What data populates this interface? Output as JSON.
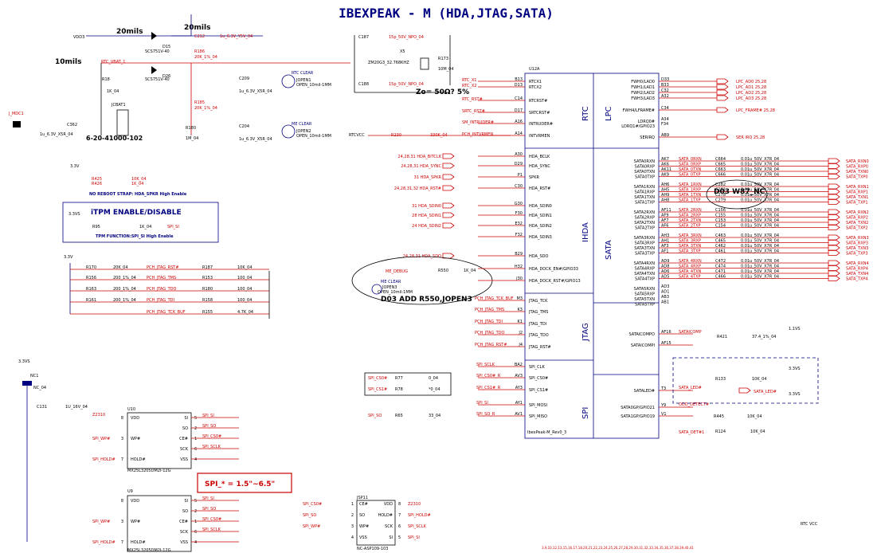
{
  "title": "IBEXPEAK - M (HDA,JTAG,SATA)",
  "rtc_vcc": "RTC VCC",
  "labels": {
    "mils20a": "20mils",
    "mils20b": "20mils",
    "mils10": "10mils",
    "jcbat": "JCBAT1",
    "jcbat_note": "6-20-41000-102",
    "rtc_clear": "RTC CLEAR",
    "me_clear_sw": "ME CLEAR",
    "zo": "Zo= 50Ω? 5%",
    "d03_add": "D03 ADD R550,JOPEN3",
    "d03_w87": "D03 W87_NC",
    "me_clear": "ME CLEAR",
    "me_debug": "ME_DEBUG",
    "no_reboot": "NO REBOOT STRAP: HDA_SPKR High Enable",
    "itpm": "iTPM ENABLE/DISABLE",
    "tpm_func": "TPM FUNCTION:SPI_SI High Enable",
    "spi_note": "SPI_* = 1.5\"~6.5\"",
    "u12a": "U12A",
    "u12a_bottom": "IbexPeak-M_Rev0_3",
    "u10": "U10",
    "u9": "U9",
    "jsp11": "JSP11",
    "jsp11_bottom": "NC-ASP109-103",
    "nc1": "NC1",
    "jmdc": "J_MDC1",
    "vcc3": "3.3V",
    "vcc3s": "3.3VS",
    "vcc11": "1.1VS",
    "rtc_vbat": "RTC_VBAT_1",
    "vdd3": "VDD3"
  },
  "sections": {
    "rtc": "RTC",
    "lpc": "LPC",
    "ihda": "IHDA",
    "sata": "SATA",
    "jtag": "JTAG",
    "spi": "SPI"
  },
  "left_pins": [
    "RTCX1",
    "RTCX2",
    "RTCRST#",
    "SRTCRST#",
    "INTRUDER#",
    "INTVRMEN",
    "HDA_BCLK",
    "HDA_SYNC",
    "SPKR",
    "HDA_RST#",
    "HDA_SDIN0",
    "HDA_SDIN1",
    "HDA_SDIN2",
    "HDA_SDIN3",
    "HDA_SDO",
    "HDA_DOCK_EN#/GPIO33",
    "HDA_DOCK_RST#/GPIO13",
    "JTAG_TCK",
    "JTAG_TMS",
    "JTAG_TDI",
    "JTAG_TDO",
    "JTAG_RST#",
    "SPI_CLK",
    "SPI_CS0#",
    "SPI_CS1#",
    "SPI_MOSI",
    "SPI_MISO"
  ],
  "left_nums": [
    "B13",
    "D13",
    "C14",
    "D17",
    "A16",
    "A14",
    "A30",
    "D29",
    "P1",
    "C30",
    "G30",
    "F30",
    "E32",
    "F32",
    "B29",
    "H32",
    "J30",
    "M3",
    "K3",
    "K1",
    "J2",
    "J4",
    "BA2",
    "AV3",
    "AY3",
    "AY1",
    "AV1"
  ],
  "right_top_pins": [
    "FWH0/LAD0",
    "FWH1/LAD1",
    "FWH2/LAD2",
    "FWH3/LAD3",
    "FWH4/LFRAME#",
    "LDRQ0#",
    "LDRQ1#/GPIO23",
    "SERIRQ"
  ],
  "right_top_nums": [
    "D33",
    "B33",
    "C32",
    "A32",
    "C34",
    "A34",
    "F34",
    "AB9"
  ],
  "lpc_nets": [
    "LPC_AD0 25,28",
    "LPC_AD1 25,28",
    "LPC_AD2 25,28",
    "LPC_AD3 25,28",
    "LPC_FRAME# 25,28",
    "SER IRQ 25,28"
  ],
  "sata_pins": [
    "SATA0RXN",
    "SATA0RXP",
    "SATA0TXN",
    "SATA0TXP",
    "SATA1RXN",
    "SATA1RXP",
    "SATA1TXN",
    "SATA1TXP",
    "SATA2RXN",
    "SATA2RXP",
    "SATA2TXN",
    "SATA2TXP",
    "SATA3RXN",
    "SATA3RXP",
    "SATA3TXN",
    "SATA3TXP",
    "SATA4RXN",
    "SATA4RXP",
    "SATA4TXN",
    "SATA4TXP",
    "SATA5RXN",
    "SATA5RXP",
    "SATA5TXN",
    "SATA5TXP"
  ],
  "sata_nums": [
    "AK7",
    "AK6",
    "AK11",
    "AK9",
    "AH6",
    "AH5",
    "AH9",
    "AH8",
    "AF11",
    "AF9",
    "AF7",
    "AF6",
    "AH3",
    "AH1",
    "AF3",
    "AF1",
    "AD9",
    "AD8",
    "AD6",
    "AD5",
    "AD3",
    "AD1",
    "AB3",
    "AB1"
  ],
  "sata_nets": [
    "SATA_RXN0",
    "SATA_RXP0",
    "SATA_TXN0",
    "SATA_TXP0",
    "SATA_RXN1",
    "SATA_RXP1",
    "SATA_TXN1",
    "SATA_TXP1",
    "SATA_RXN2",
    "SATA_RXP2",
    "SATA_TXN2",
    "SATA_TXP2",
    "SATA_RXN3",
    "SATA_RXP3",
    "SATA_TXN3",
    "SATA_TXP3",
    "SATA_RXN4",
    "SATA_RXP4",
    "SATA_TXN4",
    "SATA_TXP4"
  ],
  "sata_caps": [
    "C664",
    "C665",
    "C663",
    "C666",
    "C282",
    "C281",
    "C278",
    "C279",
    "C156",
    "C155",
    "C153",
    "C154",
    "C463",
    "C465",
    "C462",
    "C461",
    "C472",
    "C474",
    "C471",
    "C466"
  ],
  "sata_cap_val": "0.01u_50V_X7R_04",
  "sata_misc_pins": [
    "SATAICOMPO",
    "SATAICOMPI",
    "SATALED#",
    "SATA0GP/GPIO21",
    "SATA1GP/GPIO19"
  ],
  "sata_misc_nums": [
    "AF16",
    "AF15",
    "T3",
    "Y9",
    "V1"
  ],
  "sata_misc_nets": [
    "SATAICOMP",
    "SATA_LED#",
    "ODD_DETECT#",
    "SATA_DET#1"
  ],
  "comps": {
    "d15": "D15",
    "d26": "D26",
    "diode_part": "SCS751V-40",
    "r186": "R186",
    "r186v": "20K_1%_04",
    "c212": "C212",
    "c212v": "1u_6.3V_Y5V_04",
    "r18": "R18",
    "r18v": "1K_04",
    "c362": "C362",
    "c362v": "1u_6.3V_X5R_04",
    "r185": "R185",
    "r185v": "20K_1%_04",
    "r180": "R180",
    "r180v": "1M_04",
    "c209": "C209",
    "c209v": "1u_6.3V_X5R_04",
    "c204": "C204",
    "c204v": "1u_6.3V_X5R_04",
    "jopen1": "JOPEN1",
    "jopen2": "JOPEN2",
    "jopen3": "JOPEN3",
    "open_note": "OPEN_10mil-1MM",
    "c187": "C187",
    "c187v": "15p_50V_NPO_04",
    "c188": "C188",
    "c188v": "15p_50V_NPO_04",
    "x5": "X5",
    "x5v": "ZM20G3_32.768KHZ",
    "r173": "R173",
    "r173v": "10M_04",
    "r230": "R230",
    "r230v": "330K_04",
    "rtcvcc": "RTCVCC",
    "r425": "R425",
    "r425v": "10K_04",
    "r426": "R426",
    "r426v": "1K_04",
    "r95": "R95",
    "r95v": "1K_04",
    "r550": "R550",
    "r550v": "1K_04",
    "r170": "R170",
    "r156": "R156",
    "r163": "R163",
    "r161": "R161",
    "r187": "R187",
    "r153": "R153",
    "r180b": "R180",
    "r158": "R158",
    "r155": "R155",
    "r77": "R77",
    "r77v": "0_04",
    "r78": "R78",
    "r78v": "*0_04",
    "r65": "R65",
    "r65v": "33_04",
    "r421": "R421",
    "r421v": "37.4_1%_04",
    "r133": "R133",
    "r133v": "10K_04",
    "r445": "R445",
    "r445v": "10K_04",
    "r124": "R124",
    "r124v": "10K_04",
    "c131": "C131",
    "c131v": "1U_16V_04",
    "z2310": "Z2310",
    "nc_04": "NC_04"
  },
  "jtag_r_left": [
    "20K_04",
    "200_1%_04",
    "200_1%_04",
    "200_1%_04"
  ],
  "jtag_r_right": [
    "10K_04",
    "100_04",
    "100_04",
    "100_04",
    "4.7K_04"
  ],
  "jtag_nets": [
    "PCH_JTAG_RST#",
    "PCH_JTAG_TMS",
    "PCH_JTAG_TDO",
    "PCH_JTAG_TDI",
    "PCH_JTAG_TCK_BUF"
  ],
  "jtag_nets_in": [
    "PCH_JTAG_TCK_BUF",
    "PCH_JTAG_TMS",
    "PCH_JTAG_TDI",
    "PCH_JTAG_TDO",
    "PCH_JTAG_RST#"
  ],
  "hda_nets": [
    "24,28,31 HDA_BITCLK",
    "24,28,31 HDA_SYNC",
    "31 HDA_SPKR",
    "24,28,31,32 HDA_RST#",
    "31 HDA_SDIN0",
    "28 HDA_SDIN1",
    "24 HDA_SDIN2",
    "24,28,31 HDA_SDO"
  ],
  "spi_nets": [
    "SPI_SCLK",
    "SPI_CS0#",
    "SPI_CS1#",
    "SPI_SI",
    "SPI_SO"
  ],
  "u10_pins": [
    "VDD",
    "WP#",
    "HOLD#",
    "SI",
    "SO",
    "CE#",
    "SCK",
    "VSS"
  ],
  "u10_part": "MX25L3205DM2I-12G",
  "u9_part": "MX25L3205DM2I-12G",
  "rtc_tail": "RTC VCC",
  "tail_list": "3,9,10,12,13,15,16,17,18,20,21,22,23,24,25,26,27,28,29,30,31,32,33,34,35,36,37,38,39,40,41"
}
